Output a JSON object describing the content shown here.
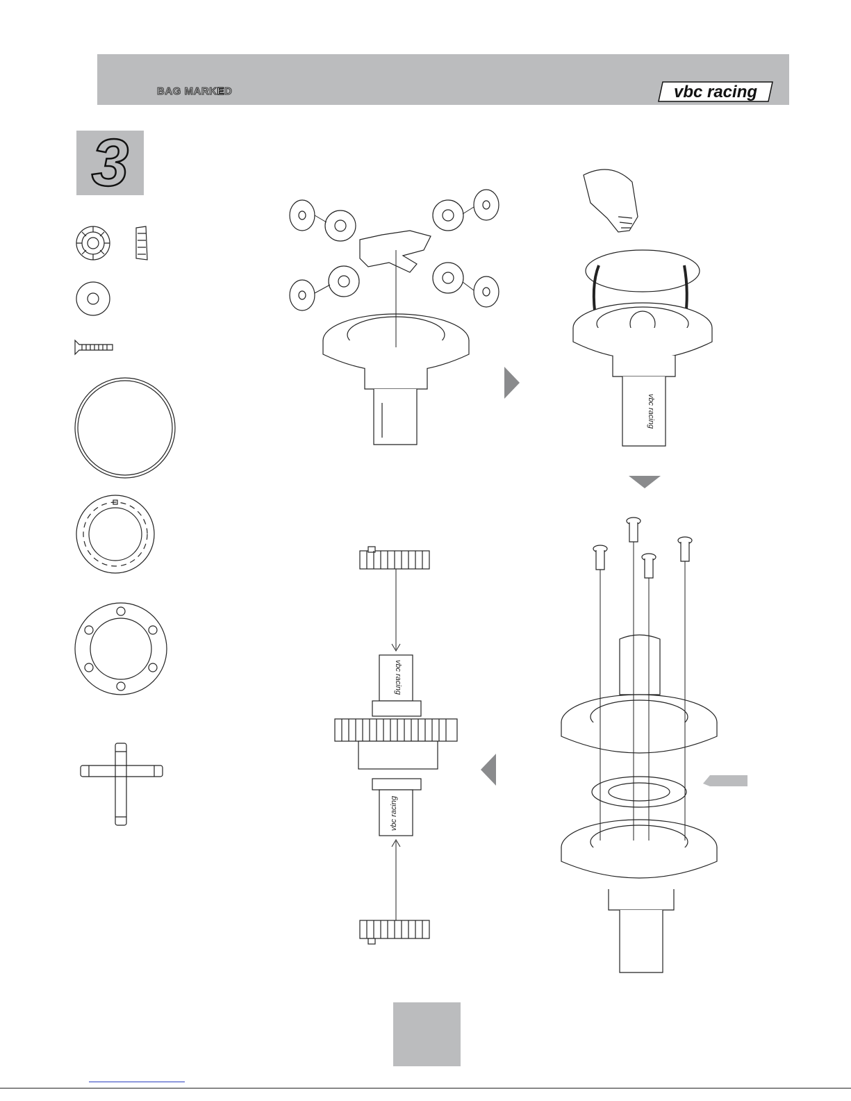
{
  "header": {
    "bag_prefix": "BAG MARK",
    "bag_letter": "E",
    "bag_suffix": "D",
    "brand": "vbc racing"
  },
  "step": {
    "number": "3"
  },
  "shaft_labels": [
    "vbc racing",
    "vbc racing",
    "vbc racing"
  ],
  "colors": {
    "panel_gray": "#bbbcbe",
    "line": "#222222"
  },
  "icons": {
    "next_right": "triangle-right",
    "next_down": "triangle-down",
    "next_left": "triangle-left"
  }
}
